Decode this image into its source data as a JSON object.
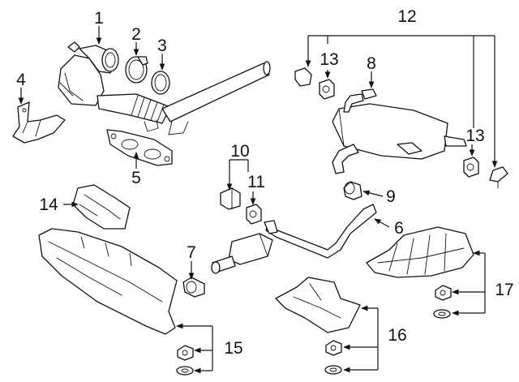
{
  "callouts": {
    "c1": "1",
    "c2": "2",
    "c3": "3",
    "c4": "4",
    "c5": "5",
    "c6": "6",
    "c7": "7",
    "c8": "8",
    "c9": "9",
    "c10": "10",
    "c11": "11",
    "c12": "12",
    "c13a": "13",
    "c13b": "13",
    "c14": "14",
    "c15": "15",
    "c16": "16",
    "c17": "17"
  }
}
